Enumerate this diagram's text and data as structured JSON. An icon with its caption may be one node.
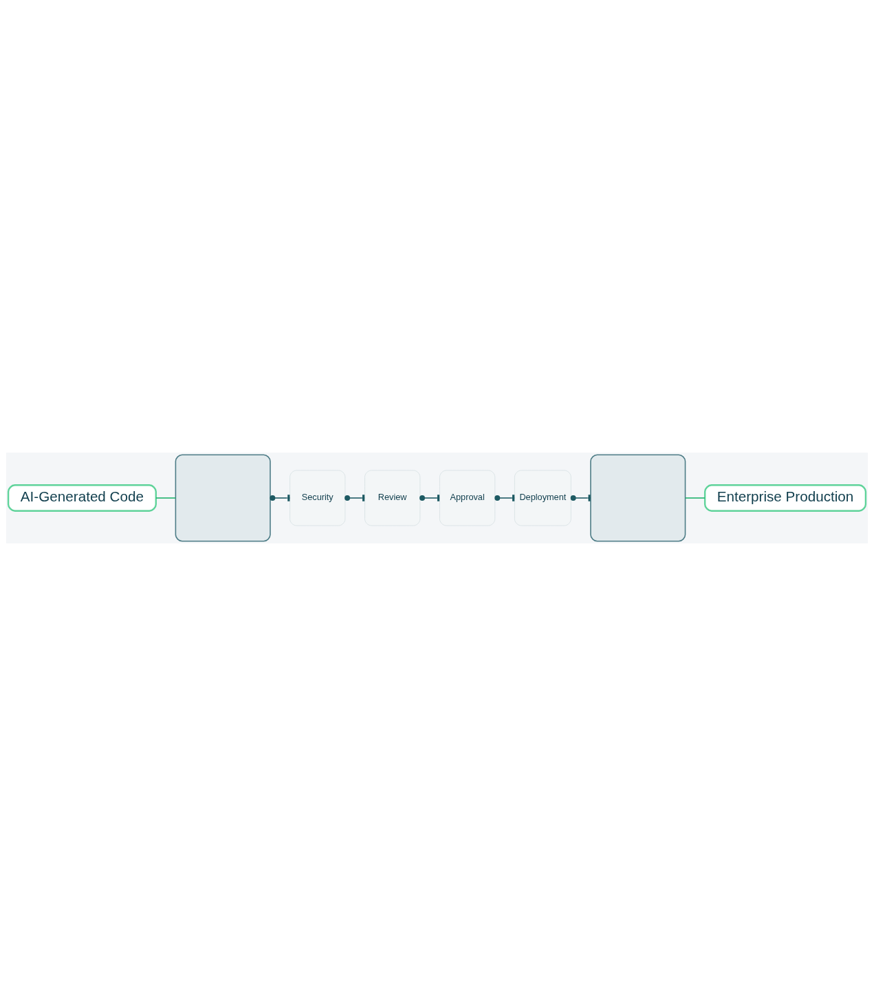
{
  "diagram": {
    "nodes": [
      {
        "text": [
          "AI-Generated Code"
        ]
      },
      {
        "text": [],
        "shape": "box"
      },
      {
        "text": [
          "Security"
        ]
      },
      {
        "text": [
          "Review"
        ]
      },
      {
        "text": [
          "Approval"
        ]
      },
      {
        "text": [
          "Deployment"
        ]
      },
      {
        "text": [],
        "shape": "box"
      },
      {
        "text": [
          "Enterprise Production"
        ]
      }
    ],
    "edges": [
      {
        "from": 0,
        "to": 1,
        "arrow": "none",
        "color": "#1db36b"
      },
      {
        "from": 1,
        "to": 2,
        "arrow": "other"
      },
      {
        "from": 2,
        "to": 3,
        "arrow": "other"
      },
      {
        "from": 3,
        "to": 4,
        "arrow": "other"
      },
      {
        "from": 4,
        "to": 5,
        "arrow": "other"
      },
      {
        "from": 5,
        "to": 6,
        "arrow": "other"
      },
      {
        "from": 6,
        "to": 7,
        "arrow": "none",
        "color": "#1db36b"
      }
    ]
  }
}
